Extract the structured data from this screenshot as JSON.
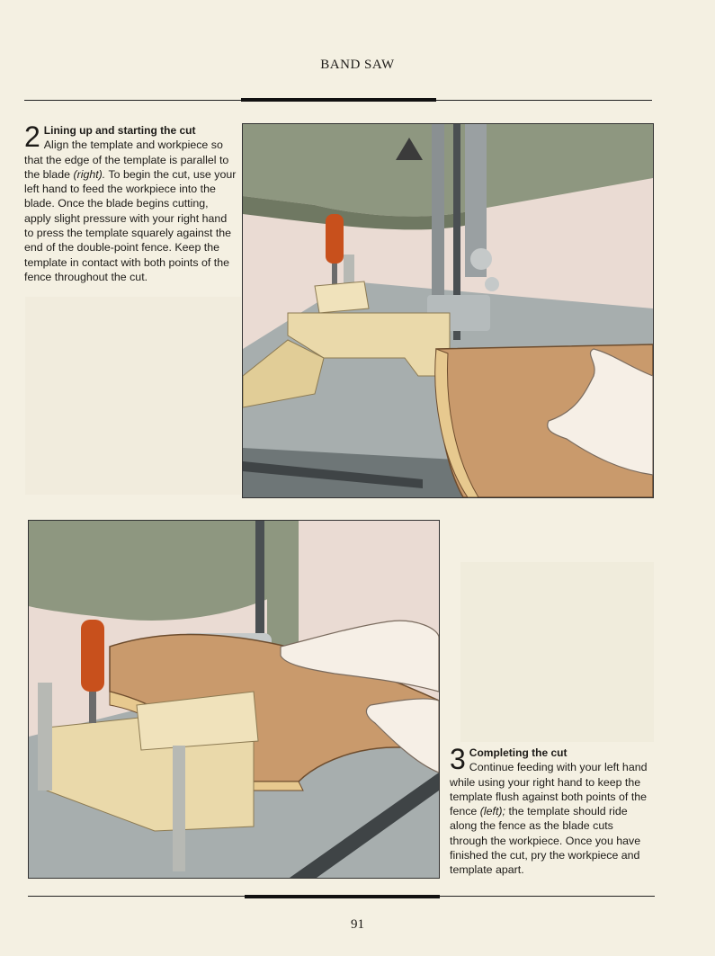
{
  "header": {
    "running_title": "BAND SAW"
  },
  "step2": {
    "number": "2",
    "title": "Lining up and starting the cut",
    "text_before": "Align the template and workpiece so that the edge of the template is parallel to the blade ",
    "ref": "(right).",
    "text_after": " To begin the cut, use your left hand to feed the workpiece into the blade. Once the blade begins cutting, apply slight pressure with your right hand to press the template squarely against the end of the double-point fence. Keep the template in contact with both points of the fence throughout the cut."
  },
  "step3": {
    "number": "3",
    "title": "Completing the cut",
    "text_before": "Continue feeding with your left hand while using your right hand to keep the template flush against both points of the fence ",
    "ref": "(left);",
    "text_after": " the template should ride along the fence as the blade cuts through the workpiece. Once you have finished the cut, pry the workpiece and template apart."
  },
  "footer": {
    "page_number": "91"
  },
  "colors": {
    "page": "#f4f0e2",
    "saw_green": "#8e9780",
    "table_gray": "#9aa3a4",
    "wood_light": "#ead9aa",
    "template_wood": "#c99a6c",
    "clamp_red": "#c8501c"
  }
}
